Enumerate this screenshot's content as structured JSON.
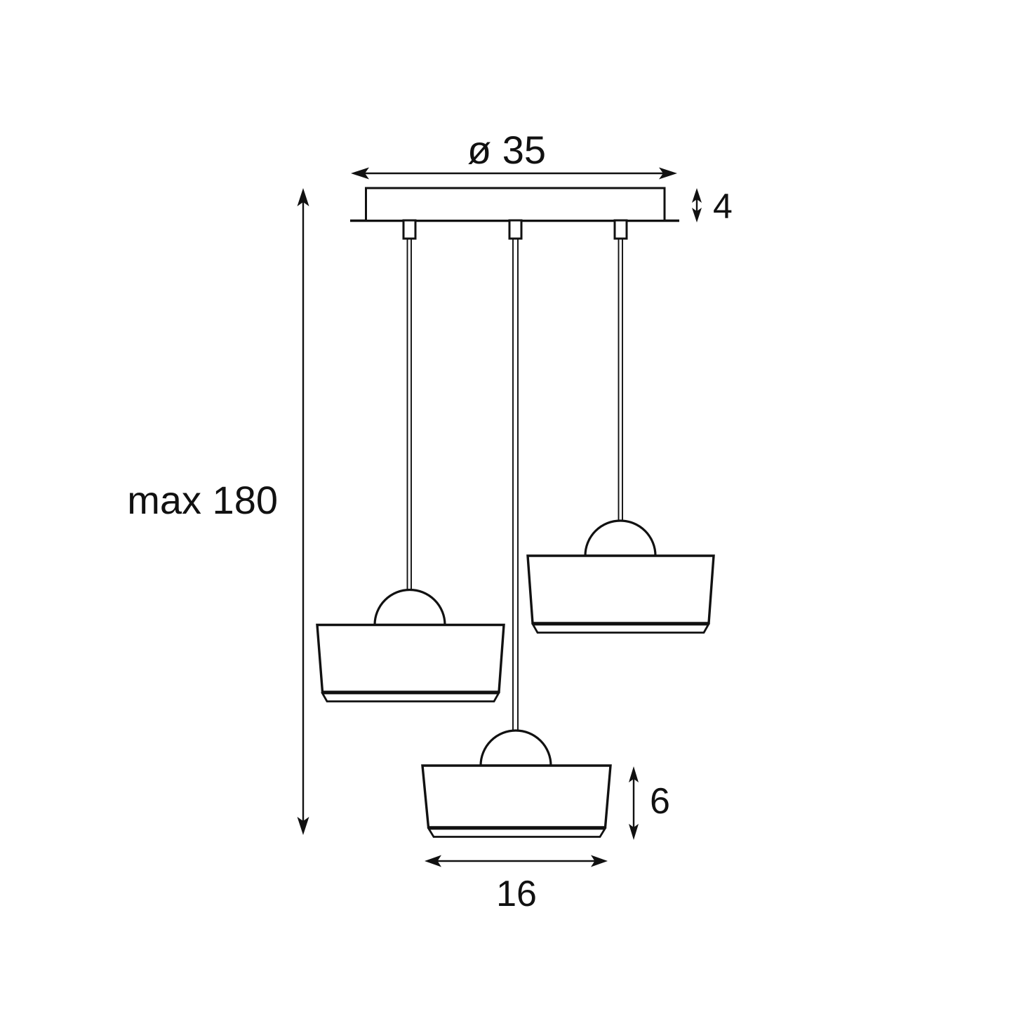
{
  "diagram": {
    "subject": "Three-pendant ceiling lamp technical dimension drawing",
    "pendant_count": 3,
    "background_color": "#ffffff",
    "line_color": "#111111",
    "labels": {
      "canopy_diameter": "ø 35",
      "canopy_height": "4",
      "max_suspension": "max 180",
      "shade_height": "6",
      "shade_diameter": "16"
    }
  }
}
